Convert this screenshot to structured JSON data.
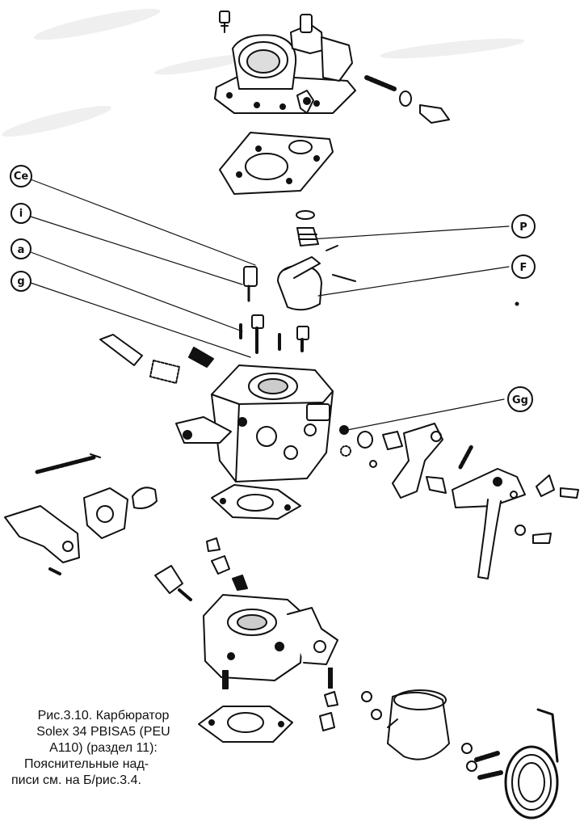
{
  "callouts": [
    {
      "id": "Ce",
      "label": "Ce"
    },
    {
      "id": "i",
      "label": "i"
    },
    {
      "id": "a",
      "label": "a"
    },
    {
      "id": "g",
      "label": "g"
    },
    {
      "id": "P",
      "label": "P"
    },
    {
      "id": "F",
      "label": "F"
    },
    {
      "id": "Gg",
      "label": "Gg"
    }
  ],
  "caption": {
    "line1": "Рис.3.10. Карбюратор",
    "line2": "Solex 34 PBISA5 (PEU",
    "line3": "A110) (раздел 11):",
    "line4": "Пояснительные над-",
    "line5": "писи см. на Б/рис.3.4."
  },
  "colors": {
    "ink": "#111111",
    "paper": "#ffffff"
  }
}
